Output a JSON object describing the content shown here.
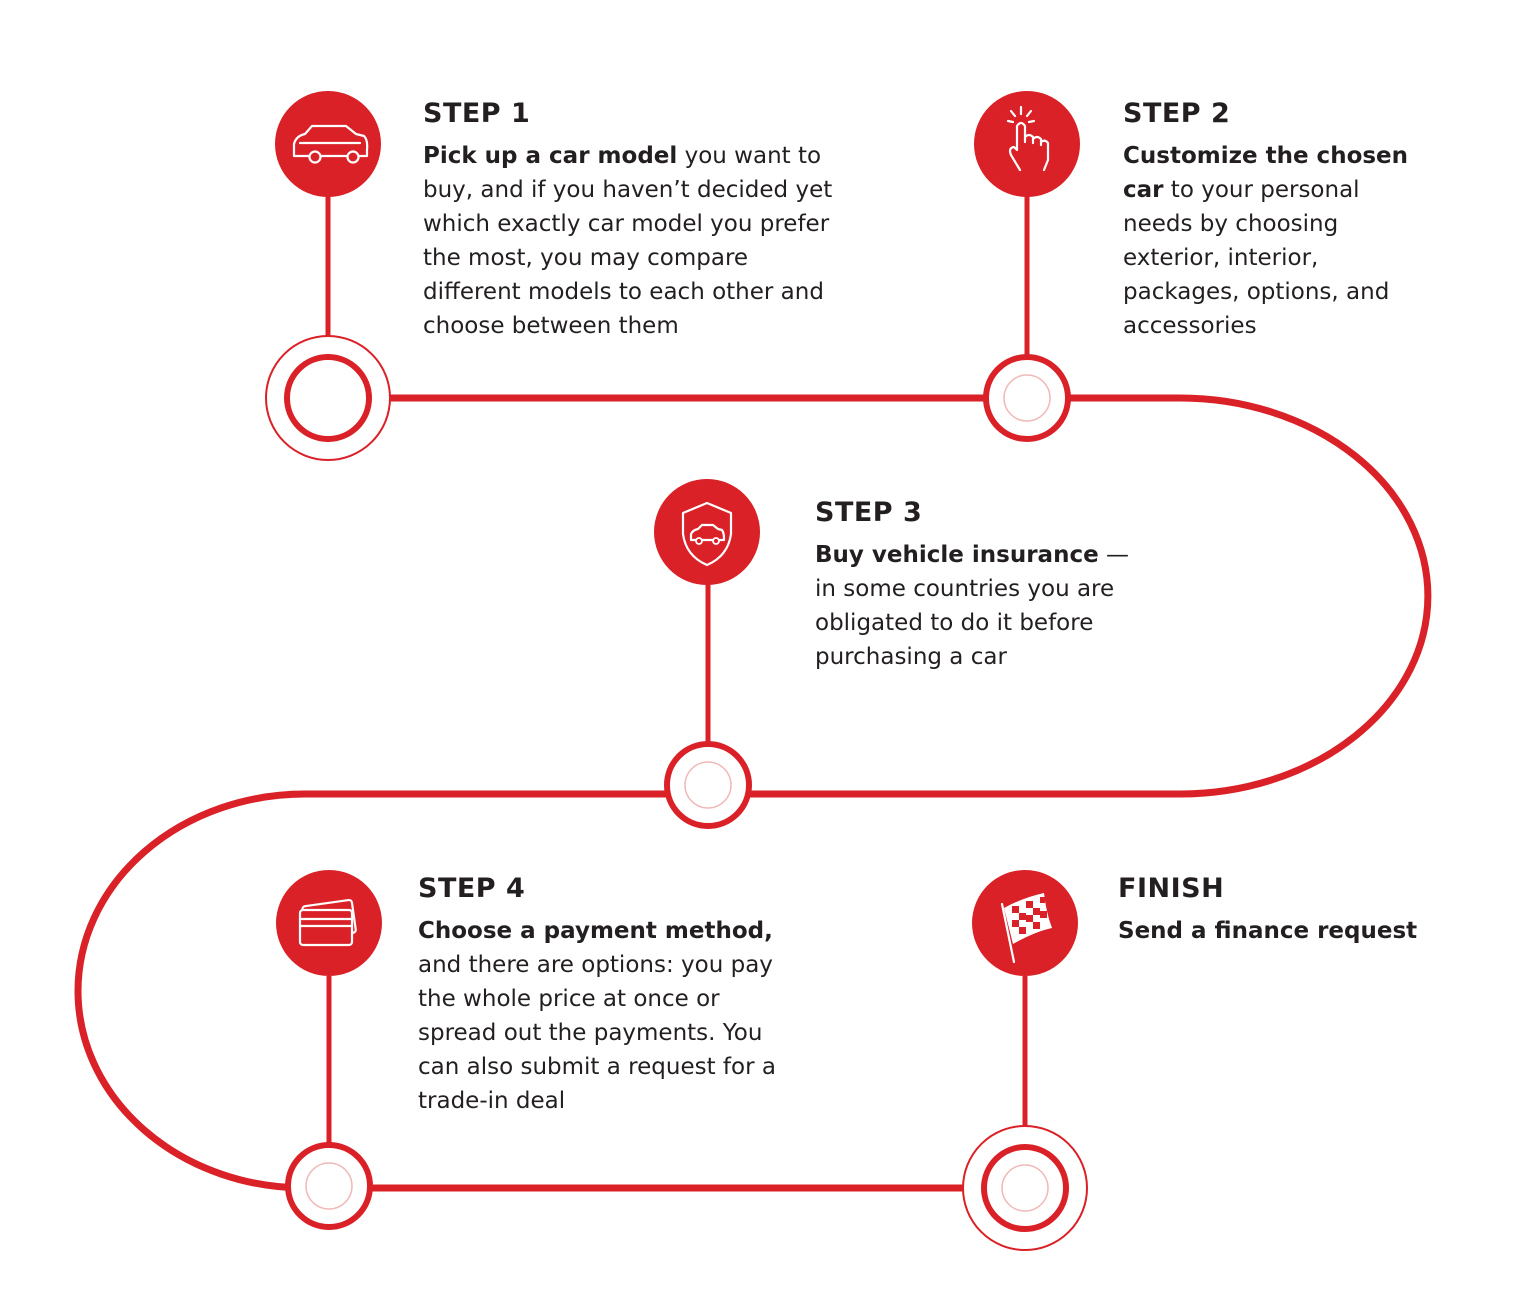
{
  "colors": {
    "accent": "#da2128",
    "text": "#231f20",
    "background": "#ffffff"
  },
  "steps": [
    {
      "title": "STEP 1",
      "lead": "Pick up a car model",
      "rest": " you want to buy, and if you haven’t decided yet which exactly car model you prefer the most, you may compare different models to each other and choose between them",
      "icon": "car-icon"
    },
    {
      "title": "STEP 2",
      "lead": "Customize the chosen car",
      "rest": " to your personal needs by choosing exterior, interior, packages, options, and accessories",
      "icon": "tap-hand-icon"
    },
    {
      "title": "STEP 3",
      "lead": "Buy vehicle insurance",
      "rest": " — in some countries you are obligated to do it before purchasing a car",
      "icon": "shield-car-icon"
    },
    {
      "title": "STEP 4",
      "lead": "Choose a payment method,",
      "rest": " and there are options: you pay the whole price at once or spread out the payments. You can also submit a request for a trade-in deal",
      "icon": "credit-card-icon"
    },
    {
      "title": "FINISH",
      "lead": "Send a finance request",
      "rest": "",
      "icon": "checkered-flag-icon"
    }
  ]
}
